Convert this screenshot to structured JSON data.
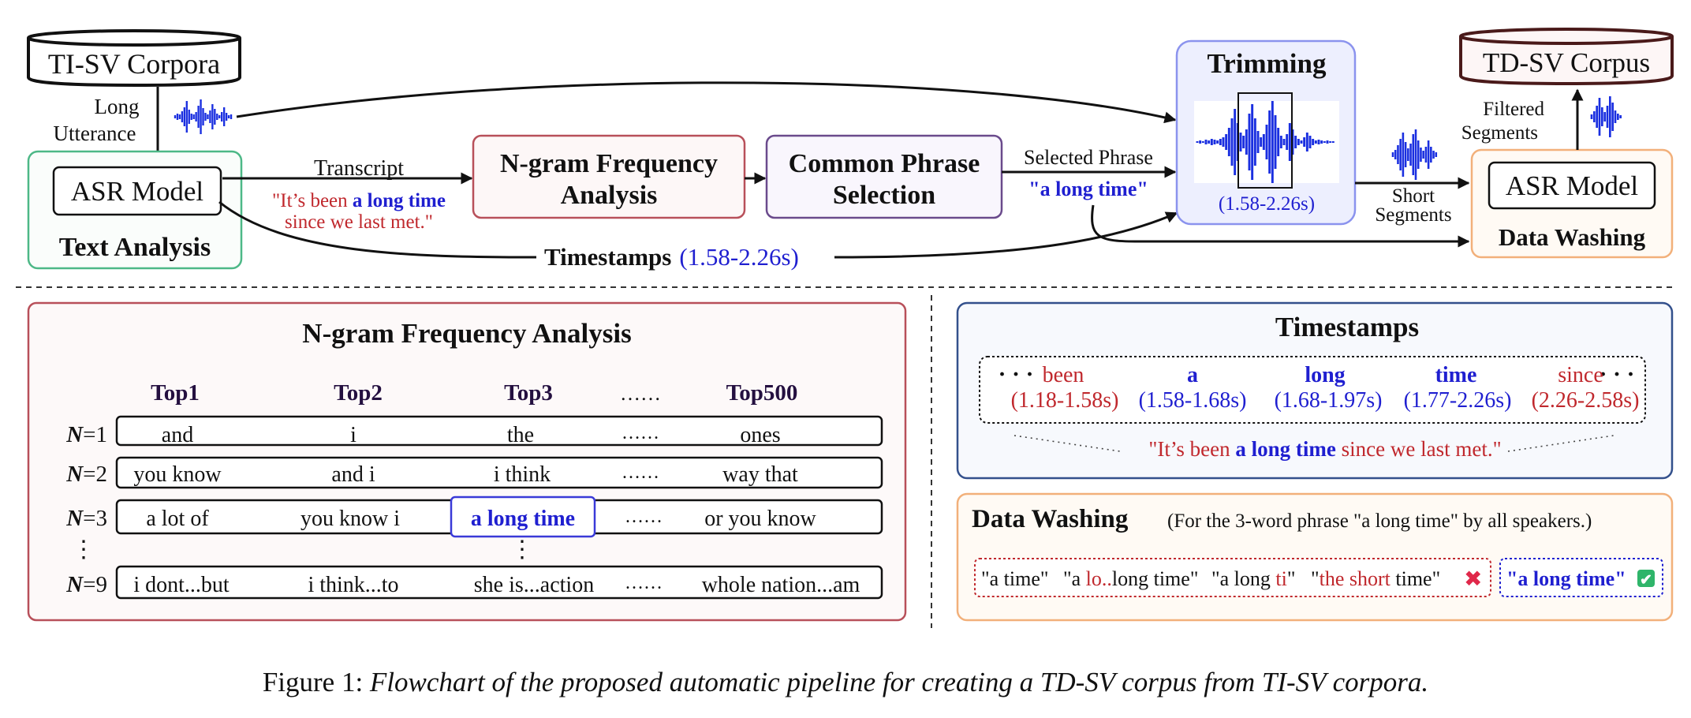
{
  "colors": {
    "green_box": "#4db887",
    "red_box": "#b8505a",
    "purple_box": "#6a4a8c",
    "trim_box": "#8b93ee",
    "orange_box": "#f2b07a",
    "blue_box": "#33508c",
    "text_red": "#c0282d",
    "text_blue": "#1f1fd0",
    "waveform": "#1a2fe0"
  },
  "flow": {
    "ti_sv_corpora": "TI-SV Corpora",
    "long_utterance": [
      "Long",
      "Utterance"
    ],
    "asr_model": "ASR Model",
    "text_analysis": "Text Analysis",
    "transcript_label": "Transcript",
    "transcript_line1_pre": "\"It’s been ",
    "transcript_line1_bold": "a long time",
    "transcript_line2": "since we last met.\"",
    "ngram_box": [
      "N-gram Frequency",
      "Analysis"
    ],
    "common_phrase_box": [
      "Common Phrase",
      "Selection"
    ],
    "selected_phrase_label": "Selected Phrase",
    "selected_phrase_value": "\"a long time\"",
    "timestamps_label": "Timestamps",
    "timestamps_value": "(1.58-2.26s)",
    "trimming": "Trimming",
    "trim_range": "(1.58-2.26s)",
    "short_segments": [
      "Short",
      "Segments"
    ],
    "td_sv_corpus": "TD-SV Corpus",
    "filtered_segments": [
      "Filtered",
      "Segments"
    ],
    "asr_model_2": "ASR Model",
    "data_washing": "Data Washing"
  },
  "ngram_panel": {
    "title": "N-gram Frequency Analysis",
    "headers": [
      "Top1",
      "Top2",
      "Top3",
      "……",
      "Top500"
    ],
    "rows": [
      {
        "n": "1",
        "cells": [
          "and",
          "i",
          "the",
          "……",
          "ones"
        ]
      },
      {
        "n": "2",
        "cells": [
          "you know",
          "and i",
          "i think",
          "……",
          "way that"
        ]
      },
      {
        "n": "3",
        "cells": [
          "a lot of",
          "you know i",
          "a long time",
          "……",
          "or you know"
        ]
      },
      {
        "n": "9",
        "cells": [
          "i dont...but",
          "i think...to",
          "she is...action",
          "……",
          "whole nation...am"
        ]
      }
    ],
    "n_prefix": "N",
    "equals": "=",
    "vdots": "⋮"
  },
  "timestamps_panel": {
    "title": "Timestamps",
    "lead_dots": "· · ·",
    "trail_dots": "· · ·",
    "words": [
      {
        "word": "been",
        "time": "(1.18-1.58s)"
      },
      {
        "word": "a",
        "time": "(1.58-1.68s)"
      },
      {
        "word": "long",
        "time": "(1.68-1.97s)"
      },
      {
        "word": "time",
        "time": "(1.77-2.26s)"
      },
      {
        "word": "since",
        "time": "(2.26-2.58s)"
      }
    ],
    "sentence_pre": "\"It’s been ",
    "sentence_bold": "a long time",
    "sentence_post": " since we last met.\""
  },
  "washing_panel": {
    "title": "Data Washing",
    "note": "(For the 3-word phrase \"a long time\" by all speakers.)",
    "bad_items": [
      {
        "parts": [
          [
            "\"a time\"",
            "blk"
          ]
        ]
      },
      {
        "parts": [
          [
            "\"a ",
            "blk"
          ],
          [
            "lo..",
            "red"
          ],
          [
            "long time\"",
            "blk"
          ]
        ]
      },
      {
        "parts": [
          [
            "\"a long ",
            "blk"
          ],
          [
            "ti",
            "red"
          ],
          [
            "\"",
            "blk"
          ]
        ]
      },
      {
        "parts": [
          [
            "\"",
            "blk"
          ],
          [
            "the short",
            "red"
          ],
          [
            " time\"",
            "blk"
          ]
        ]
      }
    ],
    "cross": "✖",
    "good_item": "\"a long time\"",
    "check": "✔"
  },
  "caption": {
    "label": "Figure 1: ",
    "text": "Flowchart of the proposed automatic pipeline for creating a TD-SV corpus from TI-SV corpora."
  }
}
